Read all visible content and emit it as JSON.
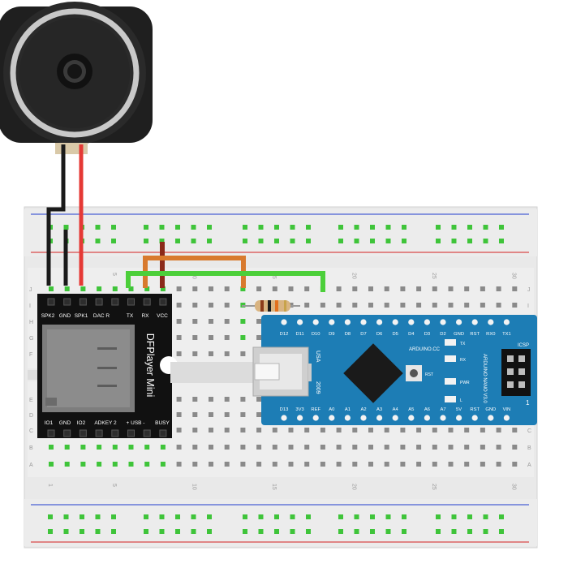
{
  "breadboard": {
    "column_numbers_top": [
      "5",
      "10",
      "15",
      "20",
      "25",
      "30"
    ],
    "column_numbers_bottom": [
      "1",
      "5",
      "10",
      "15",
      "20",
      "25",
      "30"
    ],
    "row_letters": [
      "J",
      "I",
      "H",
      "G",
      "F",
      "E",
      "D",
      "C",
      "B",
      "A"
    ]
  },
  "dfplayer": {
    "title": "DFPlayer Mini",
    "top_pins": [
      "SPK2",
      "GND",
      "SPK1",
      "DAC R",
      "TX",
      "RX",
      "VCC"
    ],
    "bottom_pins": [
      "IO1",
      "GND",
      "IO2",
      "ADKEY 2",
      "+ USB -",
      "BUSY"
    ]
  },
  "arduino": {
    "top_pins": [
      "D12",
      "D11",
      "D10",
      "D9",
      "D8",
      "D7",
      "D6",
      "D5",
      "D4",
      "D3",
      "D2",
      "GND",
      "RST",
      "RX0",
      "TX1"
    ],
    "bottom_pins": [
      "D13",
      "3V3",
      "REF",
      "A0",
      "A1",
      "A2",
      "A3",
      "A4",
      "A5",
      "A6",
      "A7",
      "5V",
      "RST",
      "GND",
      "VIN"
    ],
    "usb_label": "USA",
    "year_label": "2009",
    "brand": "ARDUINO.CC",
    "led_labels": [
      "TX",
      "RX",
      "PWR",
      "L"
    ],
    "rst_label": "RST",
    "icsp_label": "ICSP",
    "side_name": "ARDUINO NANO V3.0",
    "pin1_label": "1"
  },
  "colors": {
    "wire_red": "#e53935",
    "wire_black": "#1a1a1a",
    "wire_green": "#4ccf3a",
    "wire_orange": "#d87a2e",
    "wire_darkred": "#8b2a1a",
    "board_blue": "#1d7db5",
    "rail_red": "#d84a4a",
    "rail_blue": "#4a5fd4",
    "hole_green": "#3fc43a"
  }
}
